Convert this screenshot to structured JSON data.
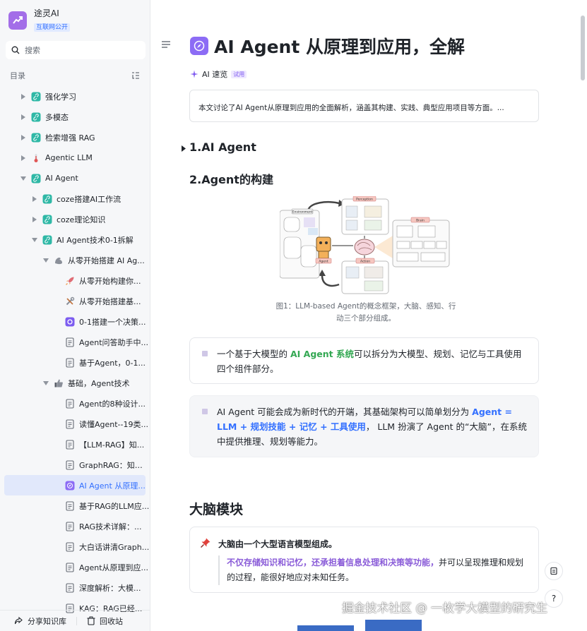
{
  "sidebar": {
    "brand_name": "途灵AI",
    "brand_badge": "互联网公开",
    "search_label": "搜索",
    "toc_title": "目录",
    "items": [
      {
        "label": "强化学习"
      },
      {
        "label": "多模态"
      },
      {
        "label": "检索增强 RAG"
      },
      {
        "label": "Agentic LLM"
      },
      {
        "label": "AI Agent"
      },
      {
        "label": "coze搭建AI工作流"
      },
      {
        "label": "coze理论知识"
      },
      {
        "label": "AI Agent技术0-1拆解"
      },
      {
        "label": "从零开始搭建 AI Ag..."
      },
      {
        "label": "从零开始构建你..."
      },
      {
        "label": "从零开始搭建基..."
      },
      {
        "label": "0-1搭建一个决策..."
      },
      {
        "label": "Agent问答助手中..."
      },
      {
        "label": "基于Agent，0-1..."
      },
      {
        "label": "基础，Agent技术"
      },
      {
        "label": "Agent的8种设计..."
      },
      {
        "label": "读懂Agent--19类..."
      },
      {
        "label": "【LLM-RAG】知..."
      },
      {
        "label": "GraphRAG：知识..."
      },
      {
        "label": "AI Agent 从原理..."
      },
      {
        "label": "基于RAG的LLM应..."
      },
      {
        "label": "RAG技术详解：..."
      },
      {
        "label": "大白话讲清Graph..."
      },
      {
        "label": "Agent从原理到应..."
      },
      {
        "label": "深度解析：大模..."
      },
      {
        "label": "KAG：RAG已经..."
      }
    ],
    "footer": {
      "share_label": "分享知识库",
      "recycle_label": "回收站"
    }
  },
  "doc": {
    "title": "AI Agent 从原理到应用，全解",
    "ai_quick_label": "AI 速览",
    "ai_quick_badge": "试用",
    "summary": "本文讨论了AI Agent从原理到应用的全面解析，涵盖其构建、实践、典型应用项目等方面。...",
    "section1": "1.AI Agent",
    "section2": "2.Agent的构建",
    "figure_labels": {
      "perception": "Perception",
      "environment": "Environment",
      "agent": "Agent",
      "brain": "Brain",
      "action": "Action"
    },
    "caption": "图1：LLM-based Agent的概念框架，大脑、感知、行动三个部分组成。",
    "callout1": {
      "pre": "一个基于大模型的 ",
      "highlight": "AI Agent 系统",
      "post": "可以拆分为大模型、规划、记忆与工具使用四个组件部分。"
    },
    "callout2": {
      "pre": "AI Agent 可能会成为新时代的开端，其基础架构可以简单划分为 ",
      "highlight": "Agent = LLM + 规划技能 + 记忆 + 工具使用",
      "post": "， LLM 扮演了 Agent 的“大脑”，在系统中提供推理、规划等能力。"
    },
    "section3": "大脑模块",
    "callout3": {
      "title": "大脑由一个大型语言模型组成。",
      "highlight": "不仅存储知识和记忆，还承担着信息处理和决策等功能，",
      "post": "并可以呈现推理和规划的过程，能很好地应对未知任务。"
    },
    "watermark": "掘金技术社区 @ 一枚学大模型的研究生",
    "help_label": "?"
  },
  "colors": {
    "accent": "#3370ff",
    "brand_purple": "#a36ee8",
    "highlight_green": "#34a853",
    "highlight_purple": "#8a5cd8"
  }
}
